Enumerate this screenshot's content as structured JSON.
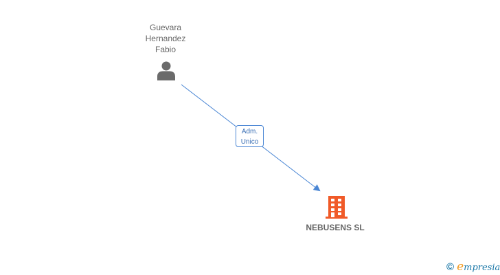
{
  "person": {
    "name_lines": [
      "Guevara",
      "Hernandez",
      "Fabio"
    ],
    "icon": "person-icon"
  },
  "relation": {
    "label_lines": [
      "Adm.",
      "Unico"
    ],
    "color": "#4a86d4"
  },
  "company": {
    "name": "NEBUSENS SL",
    "icon": "building-icon",
    "color": "#f05a28"
  },
  "footer": {
    "copyright_symbol": "©",
    "brand_initial": "e",
    "brand_rest": "mpresia"
  }
}
